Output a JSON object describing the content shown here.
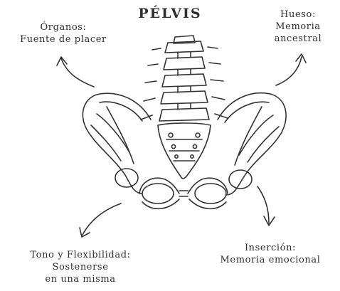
{
  "title": "PÉLVIS",
  "labels": {
    "organos": [
      "Órganos:",
      "Fuente de placer"
    ],
    "hueso": [
      "Hueso:",
      "Memoria",
      "ancestral"
    ],
    "tono": [
      "Tono y Flexibilidad:",
      "Sostenerse",
      "en una misma"
    ],
    "insercion": [
      "Inserción:",
      "Memoria emocional"
    ]
  },
  "colors": {
    "ink": "#2f2f2f",
    "background": "#ffffff"
  }
}
